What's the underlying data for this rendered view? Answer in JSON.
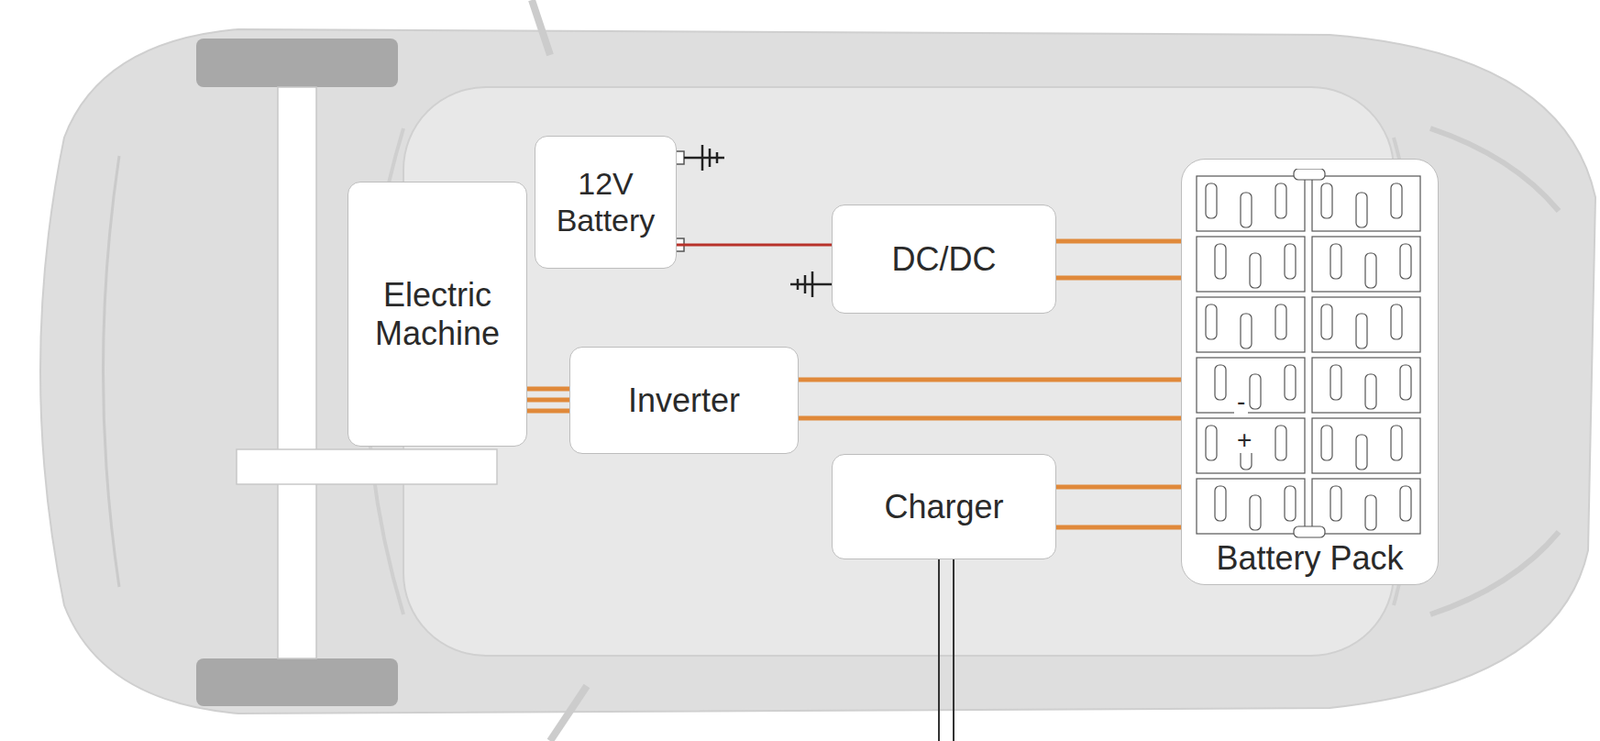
{
  "diagram": {
    "nodes": [
      {
        "text": [
          "12V Battery"
        ]
      },
      {
        "text": [
          "Electric Machine"
        ]
      },
      {
        "text": [
          "DC/DC"
        ]
      },
      {
        "text": [
          "Inverter"
        ]
      },
      {
        "text": [
          "Charger"
        ]
      },
      {
        "text": [
          "Battery Pack"
        ]
      }
    ],
    "edges": [
      {
        "from": 0,
        "to": 2,
        "arrow": "none"
      },
      {
        "from": 1,
        "to": 3,
        "arrow": "none"
      },
      {
        "from": 2,
        "to": 5,
        "arrow": "none"
      },
      {
        "from": 3,
        "to": 5,
        "arrow": "none"
      },
      {
        "from": 4,
        "to": 5,
        "arrow": "none"
      }
    ],
    "labels": [
      "-",
      "+"
    ]
  }
}
